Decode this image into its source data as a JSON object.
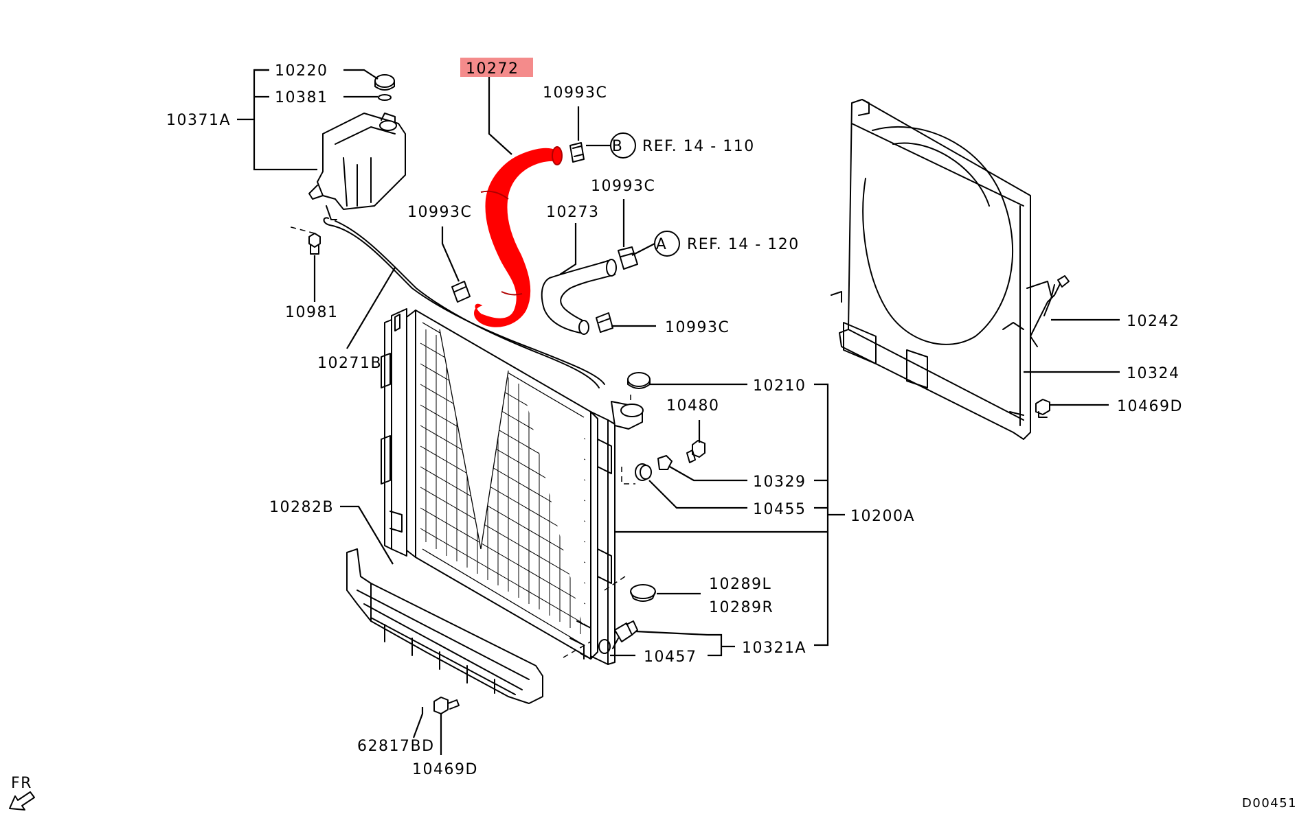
{
  "highlight_color": "#ff0000",
  "highlight_label_bg": "#f48b8b",
  "labels": {
    "p10220": "10220",
    "p10381": "10381",
    "p10371A": "10371A",
    "p10272": "10272",
    "p10993C_top": "10993C",
    "refB_letter": "B",
    "refB_text": "REF. 14 - 110",
    "p10993C_mid": "10993C",
    "p10273": "10273",
    "p10993C_left": "10993C",
    "refA_letter": "A",
    "refA_text": "REF. 14 - 120",
    "p10981": "10981",
    "p10271B": "10271B",
    "p10993C_low": "10993C",
    "p10242": "10242",
    "p10324": "10324",
    "p10469D_right": "10469D",
    "p10210": "10210",
    "p10480": "10480",
    "p10329": "10329",
    "p10455": "10455",
    "p10200A": "10200A",
    "p10282B": "10282B",
    "p10289L": "10289L",
    "p10289R": "10289R",
    "p10457": "10457",
    "p10321A": "10321A",
    "p62817BD": "62817BD",
    "p10469D_bottom": "10469D",
    "fr": "FR",
    "diagram_code": "D00451"
  }
}
